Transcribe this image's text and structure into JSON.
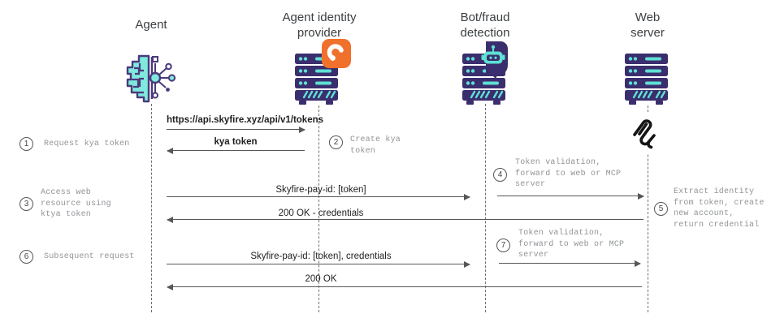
{
  "diagram": {
    "type": "sequence-diagram",
    "actors": [
      {
        "label": "Agent",
        "icon": "ai-brain-chip-icon"
      },
      {
        "label": "Agent identity\nprovider",
        "icon": "server-rack-icon",
        "badge": "skyfire-orange-badge-icon"
      },
      {
        "label": "Bot/fraud\ndetection",
        "icon": "server-rack-icon",
        "badge": "robot-head-badge-icon"
      },
      {
        "label": "Web\nserver",
        "icon": "server-rack-icon",
        "badge": "mcp-squiggle-icon"
      }
    ],
    "messages": {
      "m1": "https://api.skyfire.xyz/api/v1/tokens",
      "m2": "kya token",
      "m3": "Skyfire-pay-id: [token]",
      "m4": "200 OK - credentials",
      "m5": "Skyfire-pay-id: [token], credentials",
      "m6": "200 OK"
    },
    "steps": [
      {
        "num": "1",
        "text": "Request kya token"
      },
      {
        "num": "2",
        "text": "Create kya\ntoken"
      },
      {
        "num": "3",
        "text": "Access web\nresource using\nktya token"
      },
      {
        "num": "4",
        "text": "Token validation,\nforward to web or MCP\nserver"
      },
      {
        "num": "5",
        "text": "Extract identity\nfrom token, create\nnew account,\nreturn credential"
      },
      {
        "num": "6",
        "text": "Subsequent request"
      },
      {
        "num": "7",
        "text": "Token validation,\nforward to web or MCP\nserver"
      }
    ],
    "colors": {
      "server_navy": "#3B2E6E",
      "accent_teal": "#5FE0D4",
      "badge_orange": "#F0712C",
      "arrow_gray": "#575757",
      "note_gray": "#919497",
      "title_gray": "#3C4043"
    }
  }
}
